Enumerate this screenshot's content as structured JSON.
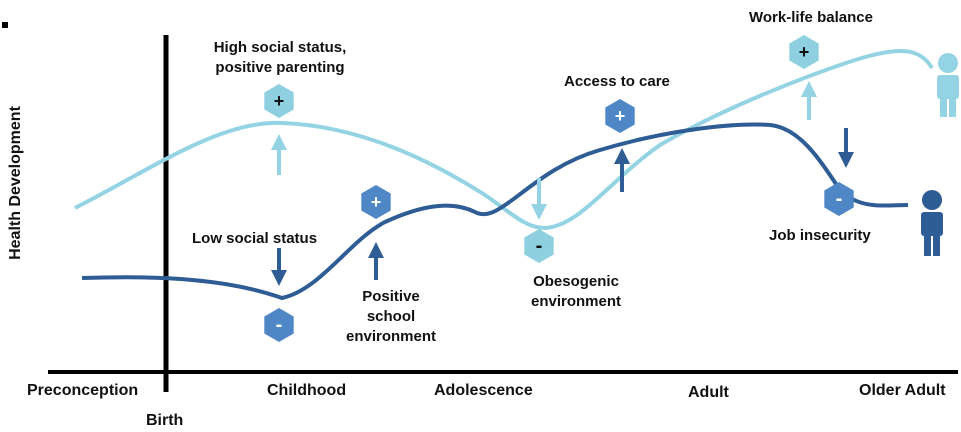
{
  "y_axis_label": "Health Development",
  "stages": [
    "Preconception",
    "Birth",
    "Childhood",
    "Adolescence",
    "Adult",
    "Older Adult"
  ],
  "annotations": {
    "high_social_status": "High social status,\npositive parenting",
    "low_social_status": "Low social status",
    "positive_school": "Positive\nschool\nenvironment",
    "obesogenic": "Obesogenic\nenvironment",
    "access_to_care": "Access to care",
    "work_life_balance": "Work-life balance",
    "job_insecurity": "Job insecurity"
  },
  "badges": {
    "plus": "+",
    "minus": "-"
  },
  "colors": {
    "light_curve": "#93d3e3",
    "dark_curve": "#2e5c94",
    "plus_badge": "#4f86c6",
    "minus_badge": "#4f86c6",
    "light_badge": "#8fd0e0",
    "axis": "#000000"
  }
}
